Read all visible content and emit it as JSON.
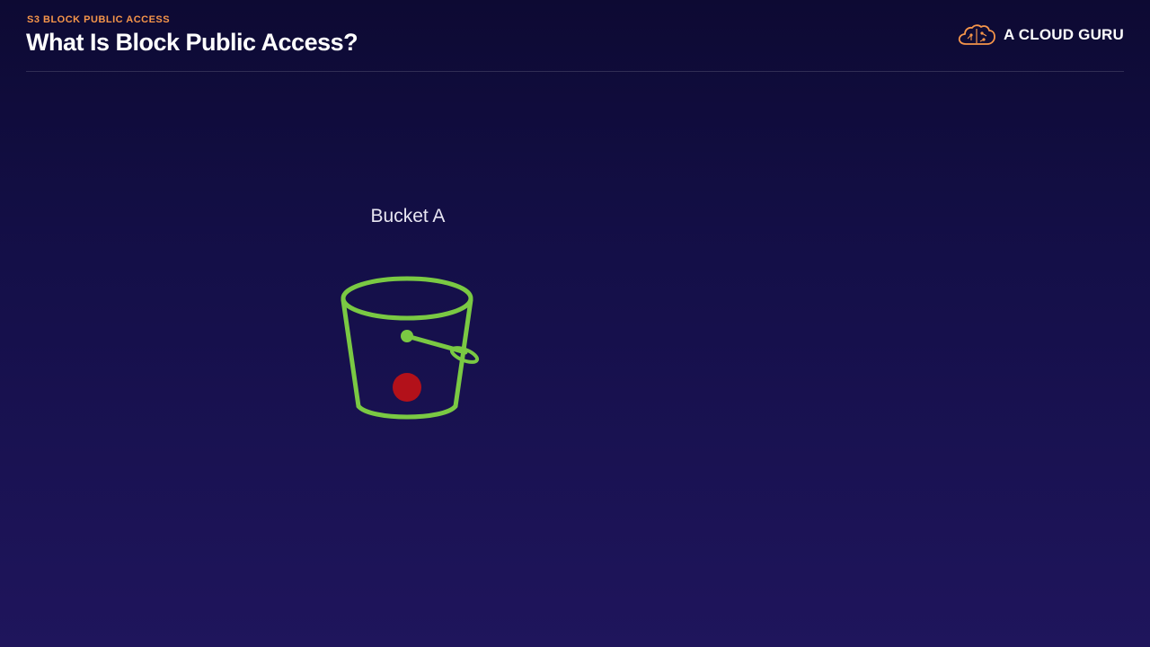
{
  "header": {
    "eyebrow": "S3 BLOCK PUBLIC ACCESS",
    "title": "What Is Block Public Access?"
  },
  "brand": {
    "name": "A CLOUD GURU",
    "logo_icon": "cloud-brain-icon",
    "accent_color": "#f6954a"
  },
  "canvas": {
    "bucket": {
      "label": "Bucket A",
      "icon": "s3-bucket-icon",
      "outline_color": "#7ac943",
      "marker_color": "#b3111a"
    }
  }
}
